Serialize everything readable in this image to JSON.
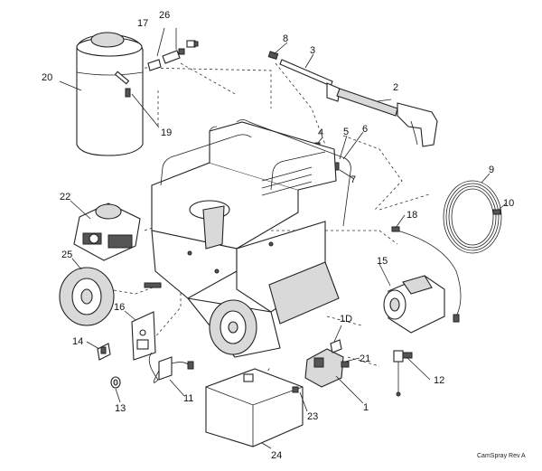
{
  "diagram": {
    "footer_text": "CamSpray Rev A",
    "callouts": {
      "p1": "1",
      "p1d": "1D",
      "p2": "2",
      "p3": "3",
      "p4": "4",
      "p5": "5",
      "p6": "6",
      "p7": "7",
      "p8": "8",
      "p9": "9",
      "p10": "10",
      "p11": "11",
      "p12": "12",
      "p13": "13",
      "p14": "14",
      "p15": "15",
      "p16": "16",
      "p17": "17",
      "p18": "18",
      "p19": "19",
      "p20": "20",
      "p21": "21",
      "p22": "22",
      "p23": "23",
      "p24": "24",
      "p25": "25",
      "p26": "26"
    }
  }
}
